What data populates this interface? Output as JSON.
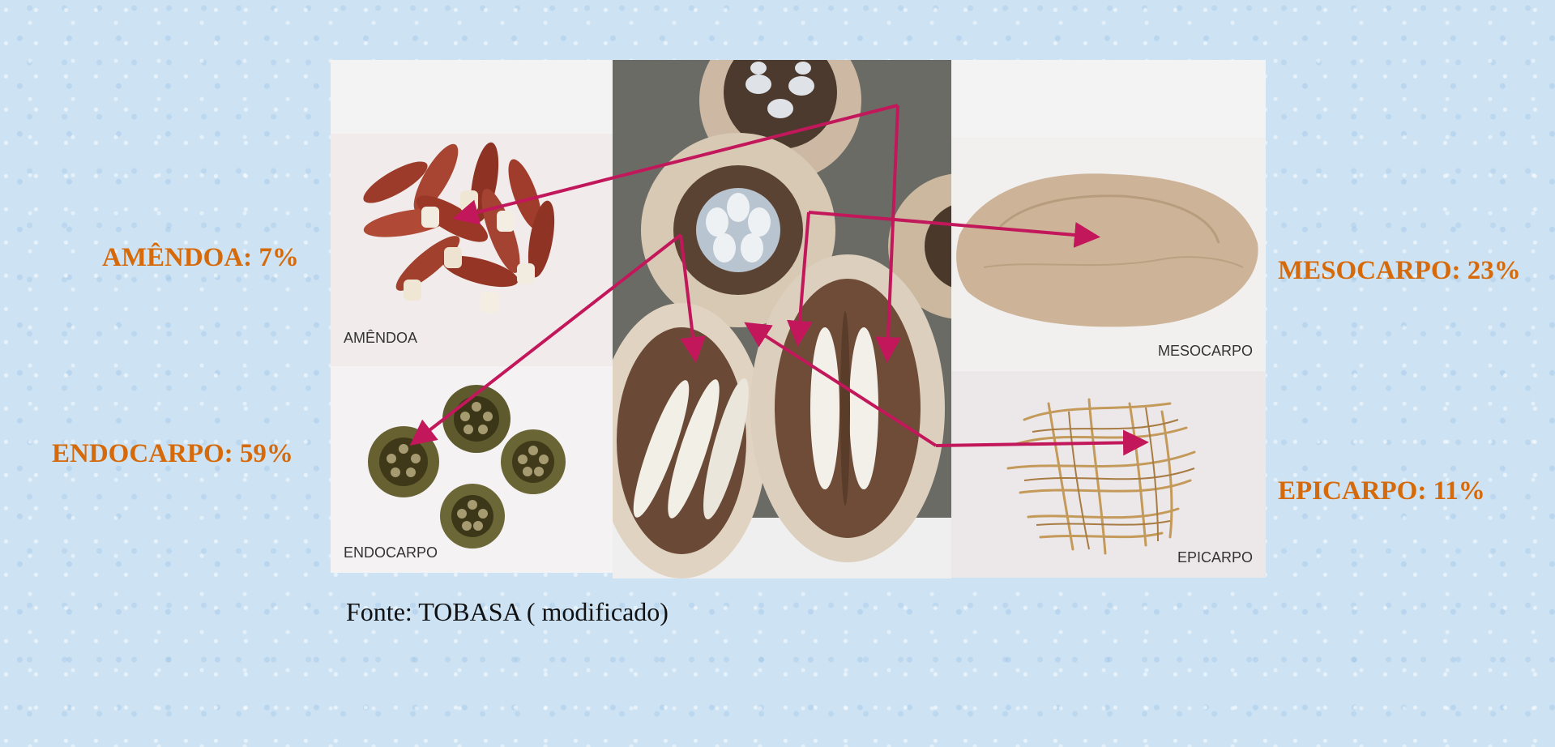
{
  "labels": {
    "amendoa": "AMÊNDOA: 7%",
    "endocarpo": "ENDOCARPO: 59%",
    "mesocarpo": "MESOCARPO: 23%",
    "epicarpo": "EPICARPO: 11%"
  },
  "panel_captions": {
    "amendoa": "AMÊNDOA",
    "endocarpo": "ENDOCARPO",
    "mesocarpo": "MESOCARPO",
    "epicarpo": "EPICARPO"
  },
  "source": "Fonte: TOBASA ( modificado)",
  "colors": {
    "label": "#d66a0a",
    "arrow": "#c2185b"
  }
}
